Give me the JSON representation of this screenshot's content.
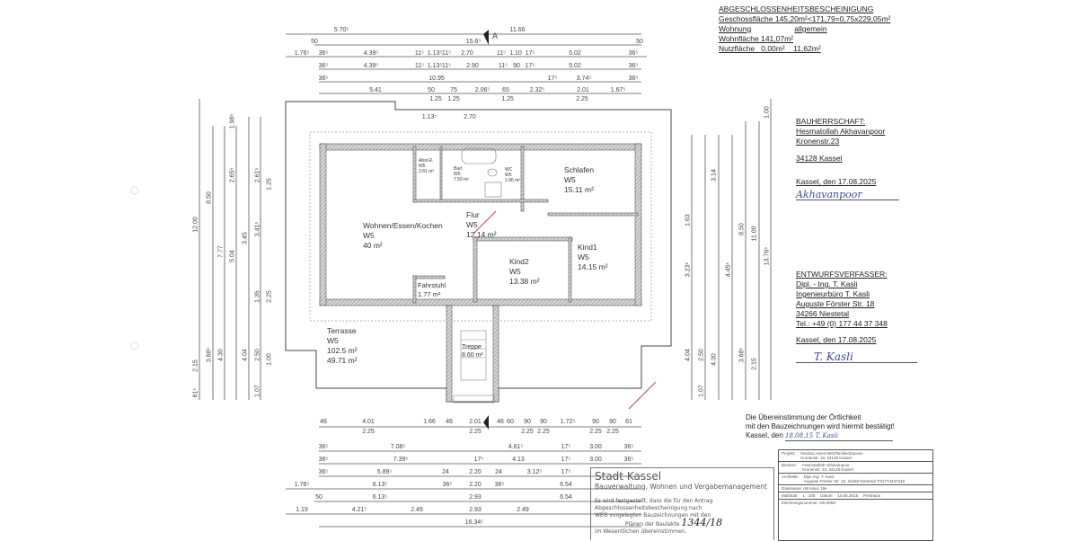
{
  "certificate": {
    "title": "ABGESCHLOSSENHEITSBESCHEINIGUNG",
    "floor_area": "Geschossfläche 145,20m²<171,79=0,75x229,05m²",
    "apartment_label": "Wohnung",
    "apartment_value": "allgemein",
    "living_area": "Wohnfläche 141,07m²",
    "usable_area": "Nutzfläche   0,00m²    11,62m²"
  },
  "client": {
    "heading": "BAUHERRSCHAFT:",
    "name": "Hesmatollah Akhavanpoor",
    "street": "Kronenstr.23",
    "city": "34128 Kassel",
    "date_line": "Kassel, den 17.08.2025",
    "signature": "Akhavanpoor"
  },
  "designer": {
    "heading": "ENTWURFSVERFASSER:",
    "title": "Dipl. - Ing. T. Kasli",
    "office": "Ingenieurbüro T. Kasli",
    "street": "Auguste Förster Str. 18",
    "city": "34266 Niestetal",
    "phone": "Tel.: +49 (0) 177 44 37 348",
    "date_line": "Kassel, den 17.08.2025",
    "signature": "T. Kasli"
  },
  "confirmation": {
    "line1": "Die Übereinstimmung der Örtlichkeit",
    "line2": "mit den Bauzeichnungen wird hiermit bestätigt!",
    "line3": "Kassel, den",
    "signature": "18.08.15  T. Kasli"
  },
  "stamp": {
    "authority": "Stadt Kassel",
    "department": "Bauverwaltung, Wohnen und Vergabemanagement",
    "text1": "Es wird festgestellt, dass die für den Antrag",
    "text2": "Abgeschlossenheitsbescheinigung nach",
    "text3": "WEG vorgelegten Bauzeichnungen mit den",
    "text4": "Plänen der Baulakte",
    "text5": "im Wesentlichen übereinstimmen.",
    "file_number": "1344/18"
  },
  "title_block": {
    "project_label": "Projekt:",
    "project_1": "Neubau eines Mehrfamilienhauses",
    "project_2": "Kronenstr. 19, 34128 Kassel",
    "owner_label": "Bauherr:",
    "owner_1": "Hesmatollah Akhavanpoor",
    "owner_2": "Kronenstr. 23, 34128 Kassel",
    "architect_label": "Architekt:",
    "architect_1": "Dipl.-Ing. T. Kasli",
    "architect_2": "Auguste Förster Str. 18, 34266 Niestetal T:01774437348",
    "filename": "Dateiname: AB Haus 19e",
    "scale_label": "Maßstab",
    "scale": "1 : 100",
    "date_label": "Datum",
    "date": "10.05.2015",
    "plan_type": "Penthaus",
    "drawing_number": "Zeichnungsnummer: 2/6.9956-"
  },
  "rooms": {
    "living": {
      "name": "Wohnen/Essen/Kochen",
      "cat": "W5",
      "area": "40 m²"
    },
    "storage": {
      "name": "Abst.R.",
      "cat": "W5",
      "area": "2.81 m²"
    },
    "bath": {
      "name": "Bad",
      "cat": "W5",
      "area": "7.50 m²"
    },
    "wc": {
      "name": "WC",
      "cat": "W5",
      "area": "1.96 m²"
    },
    "bedroom": {
      "name": "Schlafen",
      "cat": "W5",
      "area": "15.11 m²"
    },
    "hall": {
      "name": "Flur",
      "cat": "W5",
      "area": "12.14 m²"
    },
    "child2": {
      "name": "Kind2",
      "cat": "W5",
      "area": "13.38 m²"
    },
    "child1": {
      "name": "Kind1",
      "cat": "W5",
      "area": "14.15 m²"
    },
    "lift": {
      "name": "Fahrstuhl",
      "area": "1.77 m²"
    },
    "terrace": {
      "name": "Terrasse",
      "cat": "W5",
      "area1": "102.5 m²",
      "area2": "49.71 m²"
    },
    "stairs": {
      "name": "Treppe",
      "area": "8.60 m²"
    }
  },
  "section_marker": "A",
  "dimensions": {
    "top": [
      [
        "5.70⁵",
        "11.66"
      ],
      [
        "50",
        "15.6⁵",
        "50"
      ],
      [
        "1.76⁵",
        "36⁵",
        "4.39⁵",
        "11⁵",
        "1.13⁵",
        "11⁵",
        "2.70",
        "11⁵",
        "1.10",
        "17⁵",
        "5.02",
        "36⁵"
      ],
      [
        "36⁵",
        "4.39⁵",
        "11⁵",
        "1.13⁵",
        "11⁵",
        "2.90",
        "11⁵",
        "90",
        "17⁵",
        "5.02",
        "36⁵"
      ],
      [
        "36⁵",
        "10.95",
        "17⁵",
        "3.74⁵",
        "36⁵"
      ],
      [
        "5.41",
        "50",
        "75",
        "2.06⁵",
        "65",
        "2.32⁵",
        "2.01",
        "1.67⁵"
      ],
      [
        "1.25",
        "1.25",
        "1.25",
        "2.25"
      ],
      [
        "1.13⁵",
        "2.70"
      ]
    ],
    "bottom": [
      [
        "46",
        "4.01",
        "1.66",
        "46",
        "2.01",
        "46",
        "60",
        "90",
        "90",
        "1.72⁵",
        "90",
        "90",
        "61"
      ],
      [
        "2.25",
        "2.25",
        "2.25",
        "2.25",
        "2.25",
        "2.25"
      ],
      [
        "36⁵",
        "7.08⁵",
        "4.61⁵",
        "17⁵",
        "3.00",
        "36⁵"
      ],
      [
        "36⁵",
        "7.39⁵",
        "17⁵",
        "4.13",
        "17⁵",
        "3.00",
        "36⁵"
      ],
      [
        "36⁵",
        "5.89⁵",
        "24",
        "2.20",
        "24",
        "3.12⁵",
        "17⁵"
      ],
      [
        "1.76⁵",
        "6.13⁵",
        "36⁵",
        "2.20",
        "36⁵",
        "6.54"
      ],
      [
        "50",
        "6.13⁵",
        "2.93",
        "6.54"
      ],
      [
        "1.19",
        "4.21⁵",
        "2.49",
        "2.93",
        "2.49"
      ],
      [
        "16.34⁵"
      ]
    ],
    "left": [
      "12.00",
      "2.15",
      "61⁵",
      "8.50",
      "7.77",
      "3.68⁵",
      "5.04",
      "4.30",
      "2.65⁵",
      "3.45",
      "4.04",
      "1.35",
      "2.61⁵",
      "3.41⁵",
      "2.50",
      "1.07",
      "1.98⁵",
      "1.25",
      "2.25",
      "1.00"
    ],
    "right": [
      "8.50",
      "1.63",
      "3.23⁵",
      "4.04",
      "3.14",
      "4.30",
      "4.45⁵",
      "3.68⁵",
      "11.00",
      "2.15",
      "13.76⁵",
      "1.00",
      "2.50",
      "1.07"
    ]
  },
  "colors": {
    "line": "#444444",
    "hatch": "#9a9a9a",
    "signature": "#3a4aa0",
    "annotation": "#c0405a"
  }
}
